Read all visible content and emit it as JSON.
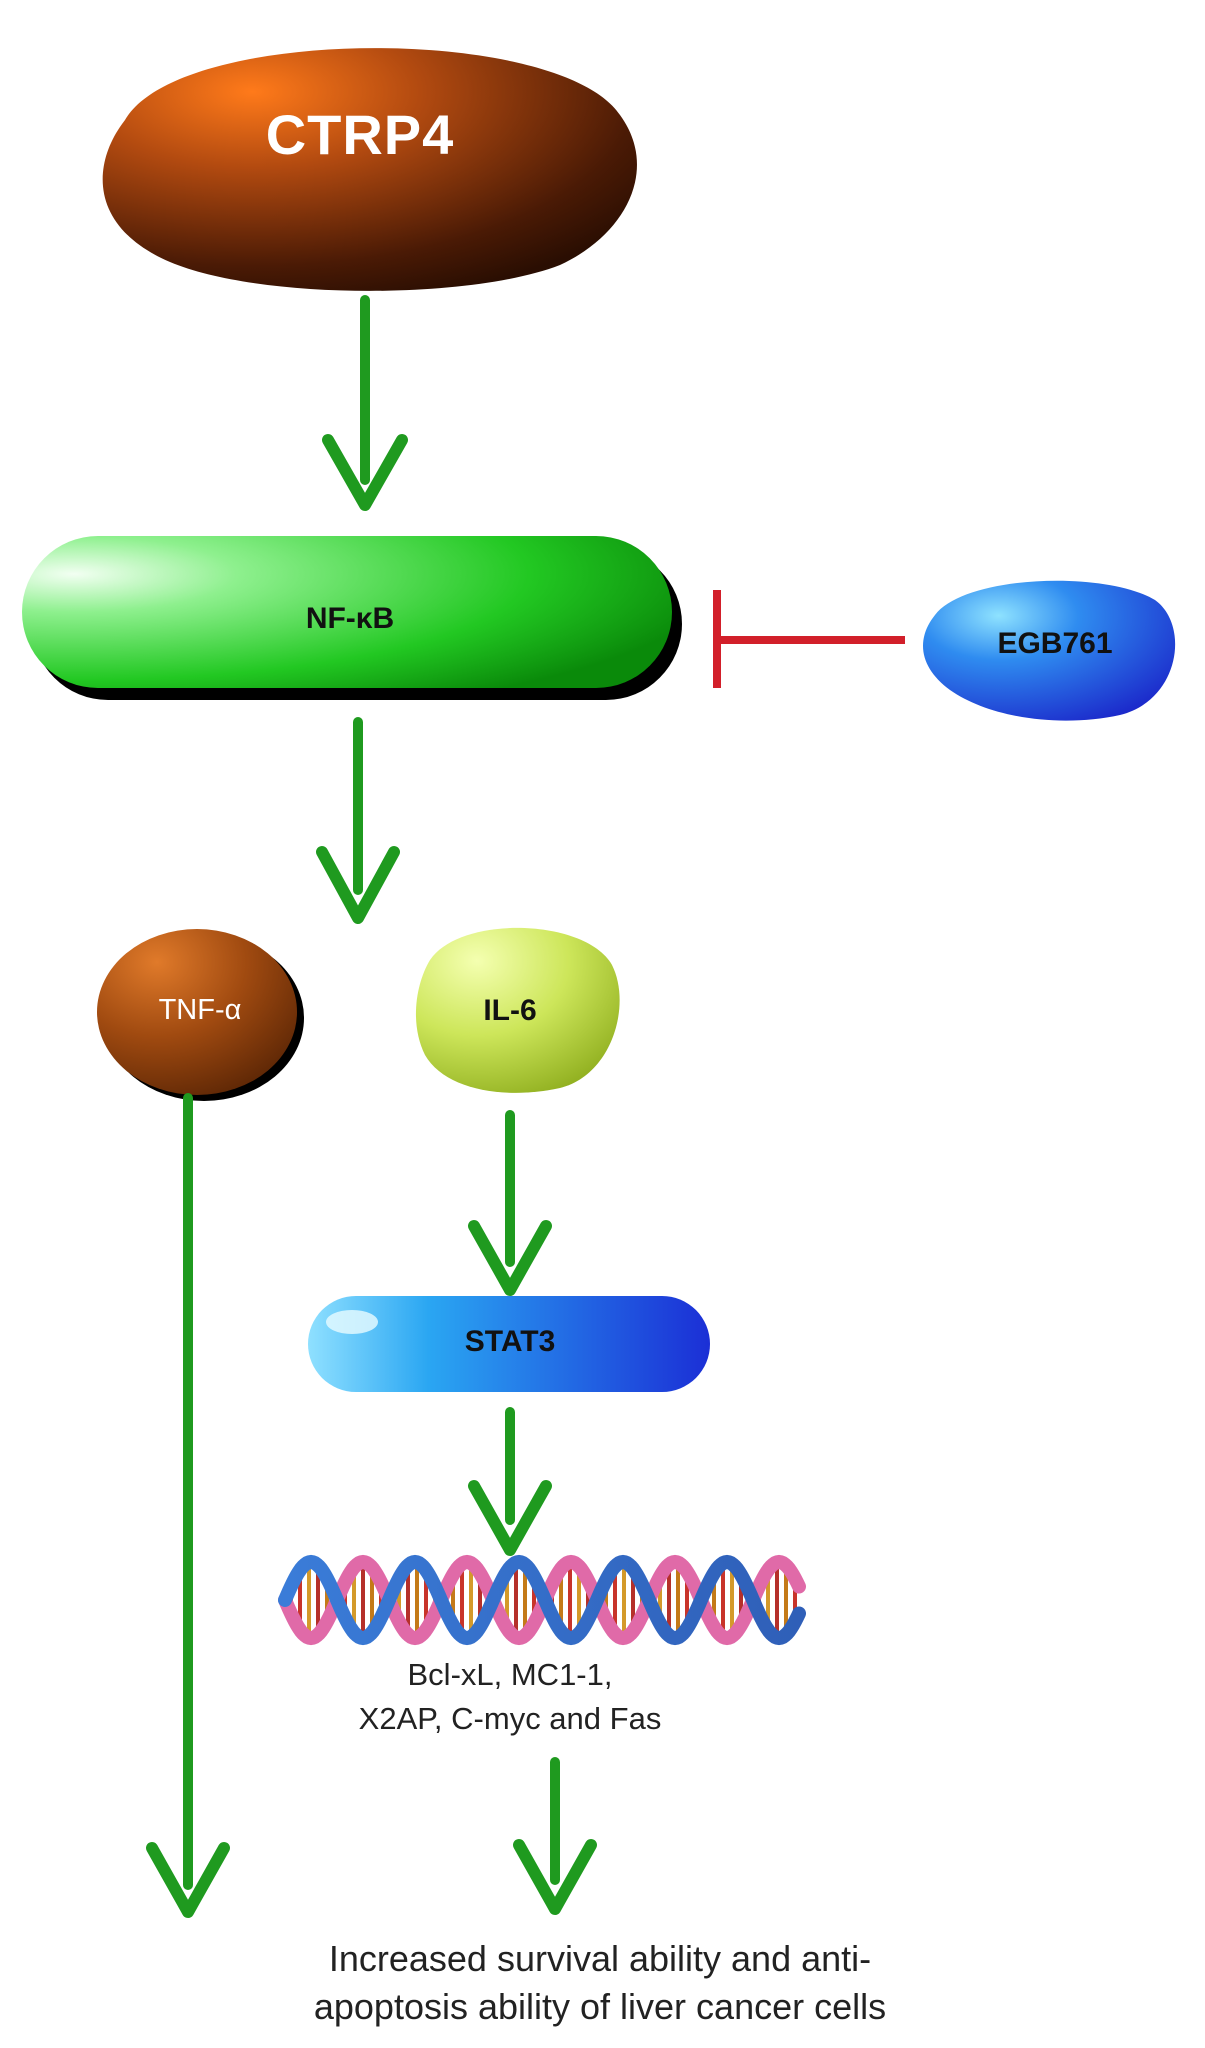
{
  "nodes": {
    "ctrp4": "CTRP4",
    "nfkb": "NF-κB",
    "egb761": "EGB761",
    "tnf_alpha": "TNF-α",
    "il6": "IL-6",
    "stat3": "STAT3"
  },
  "genes": {
    "line1": "Bcl-xL, MC1-1,",
    "line2": "X2AP, C-myc and Fas"
  },
  "outcome": {
    "line1": "Increased survival ability and anti-",
    "line2": "apoptosis ability of liver cancer cells"
  },
  "colors": {
    "activation_arrow": "#1f9a1f",
    "inhibition": "#d21f2a",
    "ctrp4": "#8a3a0c",
    "nfkb": "#2ed12e",
    "egb761": "#2a55e8",
    "tnf_alpha": "#b0520f",
    "il6": "#c6e04a",
    "stat3": "#2b6fe8"
  }
}
